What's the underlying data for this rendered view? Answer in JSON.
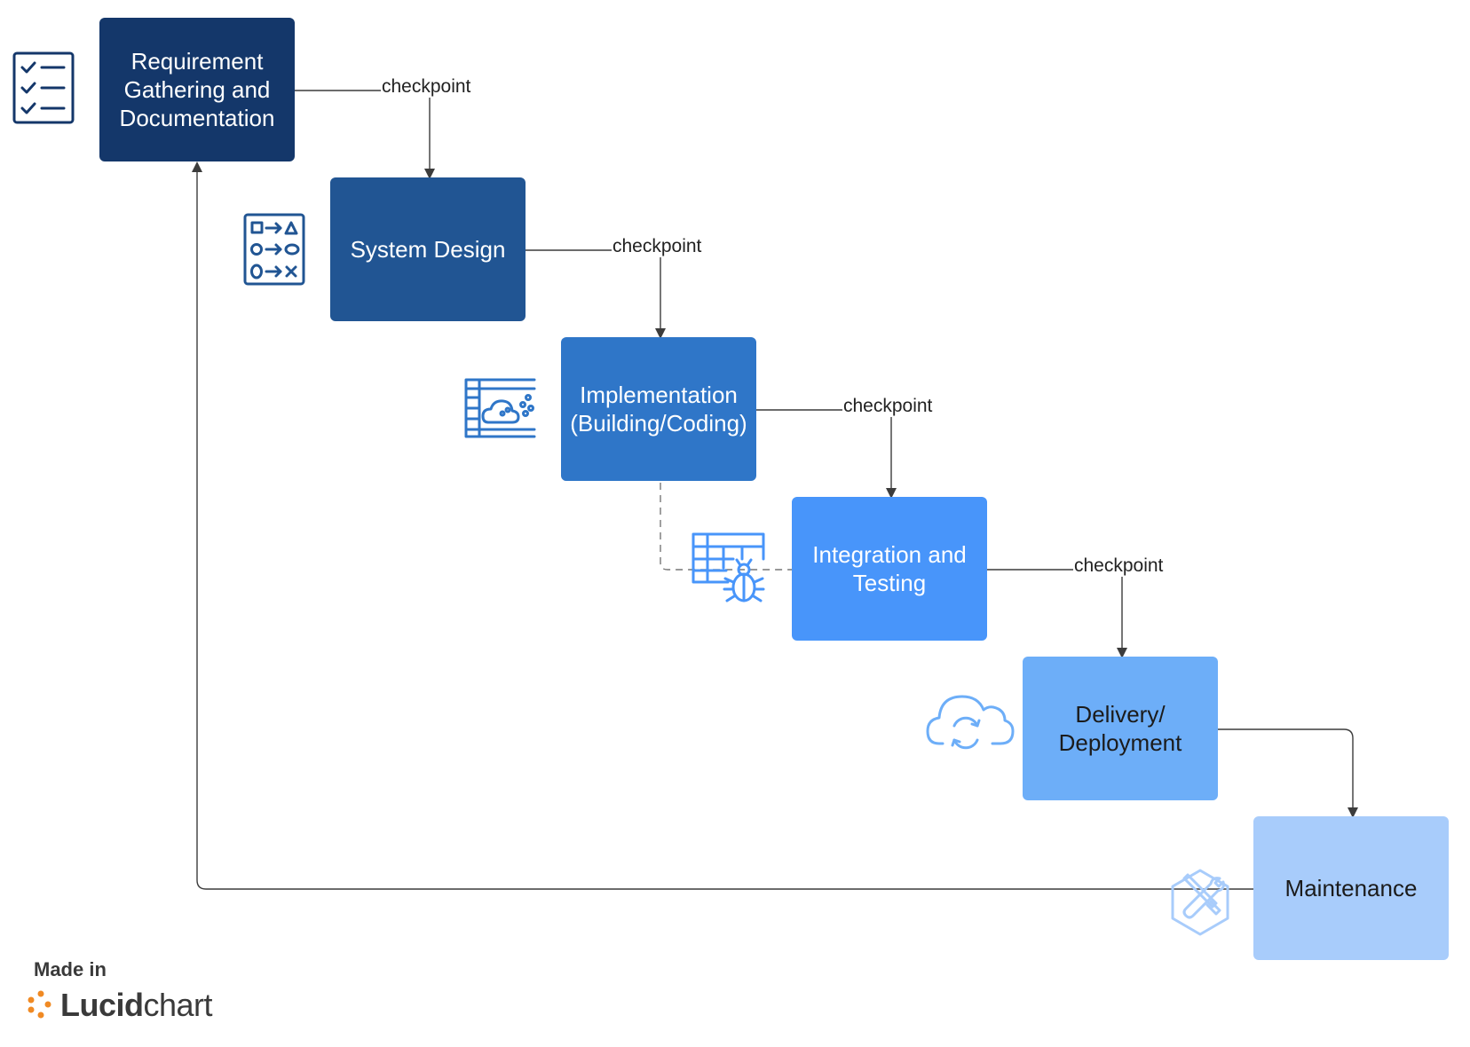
{
  "diagram": {
    "steps": [
      {
        "label": "Requirement\nGathering and\nDocumentation",
        "fill": "#14376a",
        "text_color": "#ffffff",
        "icon": "checklist-icon"
      },
      {
        "label": "System Design",
        "fill": "#215593",
        "text_color": "#ffffff",
        "icon": "flowchart-icon"
      },
      {
        "label": "Implementation\n(Building/Coding)",
        "fill": "#2f76c8",
        "text_color": "#ffffff",
        "icon": "code-dashboard-icon"
      },
      {
        "label": "Integration and\nTesting",
        "fill": "#4895fa",
        "text_color": "#ffffff",
        "icon": "bug-table-icon"
      },
      {
        "label": "Delivery/\nDeployment",
        "fill": "#6daef8",
        "text_color": "#1b1b1b",
        "icon": "cloud-sync-icon"
      },
      {
        "label": "Maintenance",
        "fill": "#a8ccfb",
        "text_color": "#1b1b1b",
        "icon": "tools-icon"
      }
    ],
    "checkpoint_label": "checkpoint",
    "connector_color": "#3c3c3c"
  },
  "watermark": {
    "made_in": "Made in",
    "brand_bold": "Lucid",
    "brand_regular": "chart",
    "logo_color": "#f08a24"
  }
}
